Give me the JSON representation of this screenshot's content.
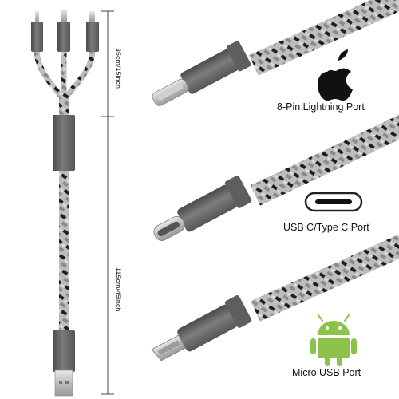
{
  "dimensions": {
    "top_length": "35cm/15inch",
    "bottom_length": "115cm/45inch"
  },
  "ports": [
    {
      "label": "8-Pin Lightning Port",
      "icon": "apple-logo-icon"
    },
    {
      "label": "USB C/Type C Port",
      "icon": "usb-c-port-icon"
    },
    {
      "label": "Micro USB Port",
      "icon": "android-robot-icon"
    }
  ],
  "colors": {
    "connector_metal": "#6a6a6a",
    "braid_light": "#b8b8b8",
    "braid_dark": "#1e1e1e",
    "android_green": "#8bc34a"
  }
}
